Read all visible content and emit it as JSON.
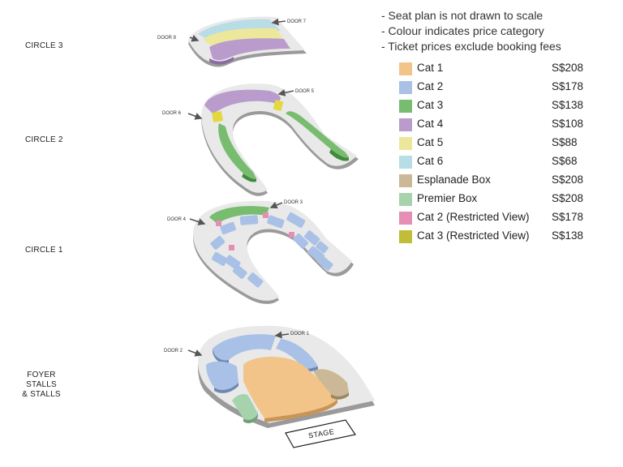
{
  "levels": {
    "circle3": "CIRCLE 3",
    "circle2": "CIRCLE 2",
    "circle1": "CIRCLE 1",
    "stalls_line1": "FOYER STALLS",
    "stalls_line2": "& STALLS"
  },
  "doors": {
    "door1": "DOOR 1",
    "door2": "DOOR 2",
    "door3": "DOOR 3",
    "door4": "DOOR 4",
    "door5": "DOOR 5",
    "door6": "DOOR 6",
    "door7": "DOOR 7",
    "door8": "DOOR 8"
  },
  "stage": "STAGE",
  "notes": [
    "- Seat plan is not drawn to scale",
    "- Colour indicates price category",
    "- Ticket prices exclude booking fees"
  ],
  "legend": [
    {
      "name": "Cat 1",
      "price": "S$208",
      "color": "#f2c48a"
    },
    {
      "name": "Cat 2",
      "price": "S$178",
      "color": "#a9c1e6"
    },
    {
      "name": "Cat 3",
      "price": "S$138",
      "color": "#78bd6f"
    },
    {
      "name": "Cat 4",
      "price": "S$108",
      "color": "#b99ccc"
    },
    {
      "name": "Cat 5",
      "price": "S$88",
      "color": "#ede79c"
    },
    {
      "name": "Cat 6",
      "price": "S$68",
      "color": "#b8dde6"
    },
    {
      "name": "Esplanade Box",
      "price": "S$208",
      "color": "#cbb896"
    },
    {
      "name": "Premier Box",
      "price": "S$208",
      "color": "#a7d3ac"
    },
    {
      "name": "Cat 2 (Restricted View)",
      "price": "S$178",
      "color": "#e58fb5"
    },
    {
      "name": "Cat 3 (Restricted View)",
      "price": "S$138",
      "color": "#c0bd38"
    }
  ]
}
